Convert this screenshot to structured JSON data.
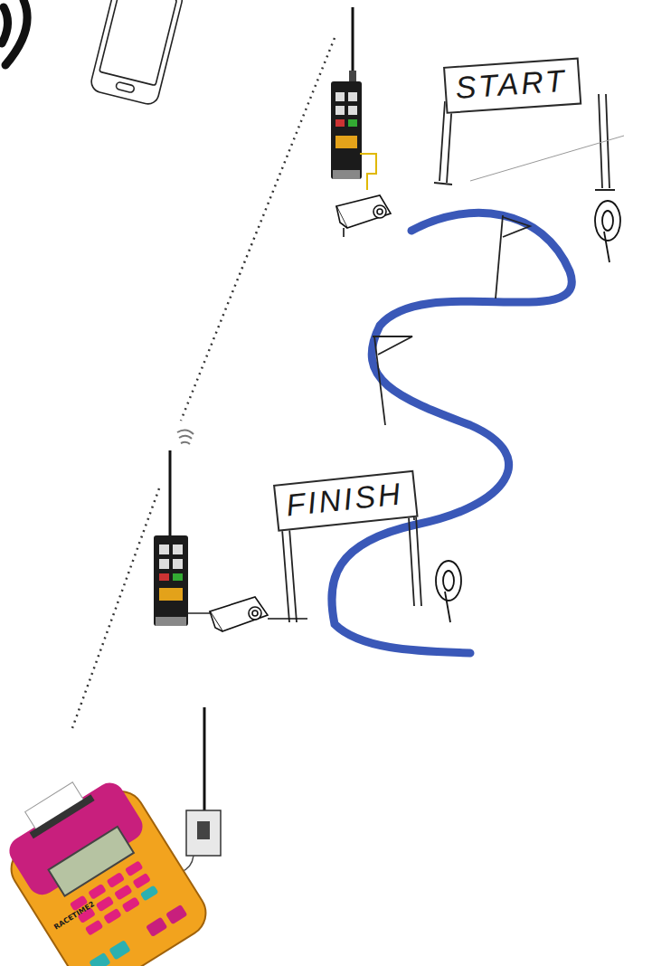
{
  "diagram": {
    "nodes": [
      {
        "text": [
          "START"
        ]
      },
      {
        "text": [
          "FINISH"
        ]
      }
    ],
    "labels": [
      "RACETIME2"
    ]
  }
}
